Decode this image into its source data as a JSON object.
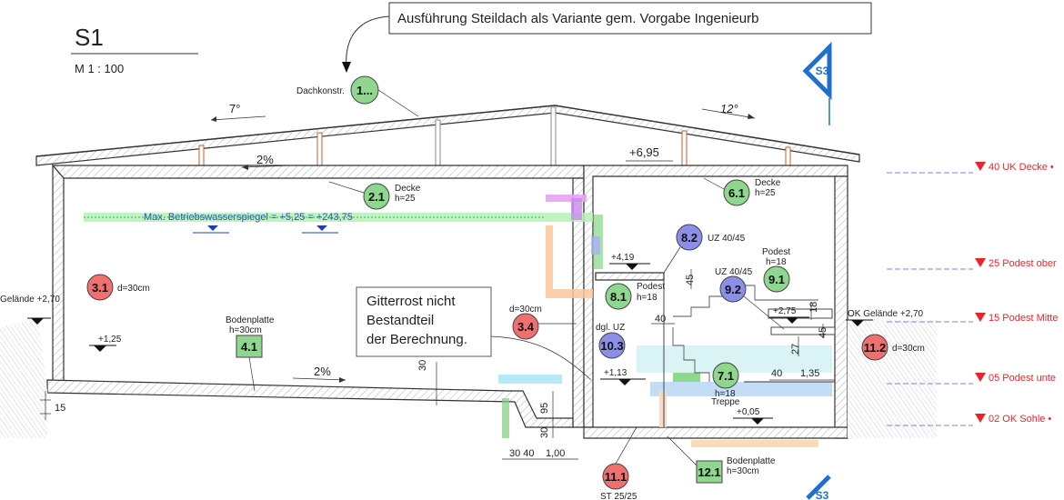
{
  "header": {
    "section": "S1",
    "scale": "M 1 : 100",
    "callout": "Ausführung Steildach als Variante gem. Vorgabe Ingenieurb"
  },
  "roof": {
    "pitch_left": "7°",
    "pitch_right": "12°",
    "slope_top": "2%",
    "slope_floor": "2%",
    "ridge_level": "+6,95"
  },
  "water": {
    "text": "Max. Betriebswasserspiegel = +5,25   = +243,75"
  },
  "badges": [
    {
      "id": "1...",
      "color": "green",
      "label": "Dachkonstr.",
      "sub": ""
    },
    {
      "id": "2.1",
      "color": "green",
      "label": "Decke",
      "sub": "h=25"
    },
    {
      "id": "3.1",
      "color": "red",
      "label": "d=30cm",
      "sub": ""
    },
    {
      "id": "3.4",
      "color": "red",
      "label": "d=30cm",
      "sub": ""
    },
    {
      "id": "4.1",
      "color": "green",
      "label": "Bodenplatte",
      "sub": "h=30cm"
    },
    {
      "id": "6.1",
      "color": "green",
      "label": "Decke",
      "sub": "h=25"
    },
    {
      "id": "7.1",
      "color": "green",
      "label": "h=18",
      "sub": "Treppe"
    },
    {
      "id": "8.1",
      "color": "green",
      "label": "Podest",
      "sub": "h=18"
    },
    {
      "id": "8.2",
      "color": "blue",
      "label": "UZ 40/45",
      "sub": ""
    },
    {
      "id": "9.1",
      "color": "green",
      "label": "Podest",
      "sub": "h=18"
    },
    {
      "id": "9.2",
      "color": "blue",
      "label": "UZ 40/45",
      "sub": ""
    },
    {
      "id": "10.3",
      "color": "blue",
      "label": "dgl. UZ",
      "sub": ""
    },
    {
      "id": "11.1",
      "color": "red",
      "label": "ST 25/25",
      "sub": ""
    },
    {
      "id": "11.2",
      "color": "red",
      "label": "d=30cm",
      "sub": ""
    },
    {
      "id": "12.1",
      "color": "green",
      "label": "Bodenplatte",
      "sub": "h=30cm"
    }
  ],
  "note": {
    "line1": "Gitterrost nicht",
    "line2": "Bestandteil",
    "line3": "der Berechnung."
  },
  "levels": {
    "gelaende_left": "Gelände +2,70",
    "plus_1_25": "+1,25",
    "plus_4_19": "+4,19",
    "plus_2_75": "+2,75",
    "plus_1_13": "+1,13",
    "plus_0_05": "+0,05",
    "ok_gelaende": "OK Gelände +2,70"
  },
  "dims": {
    "d15": "15",
    "d30": "30",
    "d95": "95",
    "d30b": "30",
    "d3040": "30 40",
    "d100": "1,00",
    "d45": "45",
    "d40": "40",
    "d18": "18",
    "d27": "27",
    "d45b": "45",
    "d40b": "40",
    "d135": "1,35"
  },
  "section_marks": {
    "top": "S3",
    "bottom": "S3"
  },
  "right_levels": [
    {
      "label": "40 UK Decke  •"
    },
    {
      "label": "25 Podest ober"
    },
    {
      "label": "15 Podest Mitte"
    },
    {
      "label": "05 Podest unte"
    },
    {
      "label": "02 OK Sohle  •"
    }
  ],
  "colors": {
    "badge_green": "#8fd68f",
    "badge_red": "#f07070",
    "badge_blue": "#8b8fe8",
    "level_red": "#e8262a",
    "water_blue": "#2b4fc7",
    "section_blue": "#1f6fd0"
  }
}
